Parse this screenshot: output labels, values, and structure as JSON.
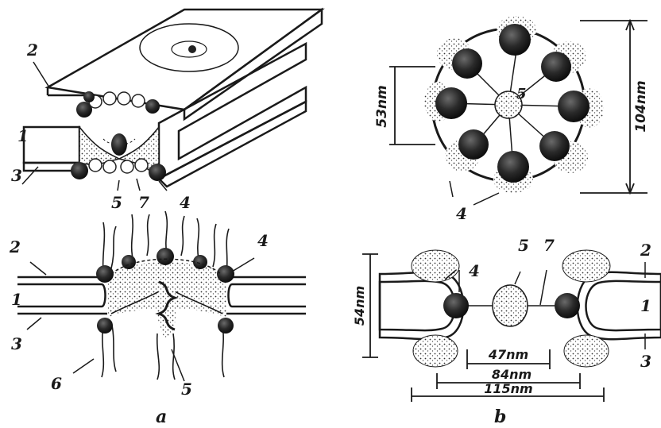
{
  "panels": {
    "a": "a",
    "b": "b"
  },
  "labels": {
    "one": "1",
    "two": "2",
    "three": "3",
    "four": "4",
    "five": "5",
    "six": "6",
    "seven": "7"
  },
  "dimensions": {
    "pore_outer": "104nm",
    "central_ring": "53nm",
    "membrane_thickness": "54nm",
    "d47": "47nm",
    "d84": "84nm",
    "d115": "115nm"
  }
}
